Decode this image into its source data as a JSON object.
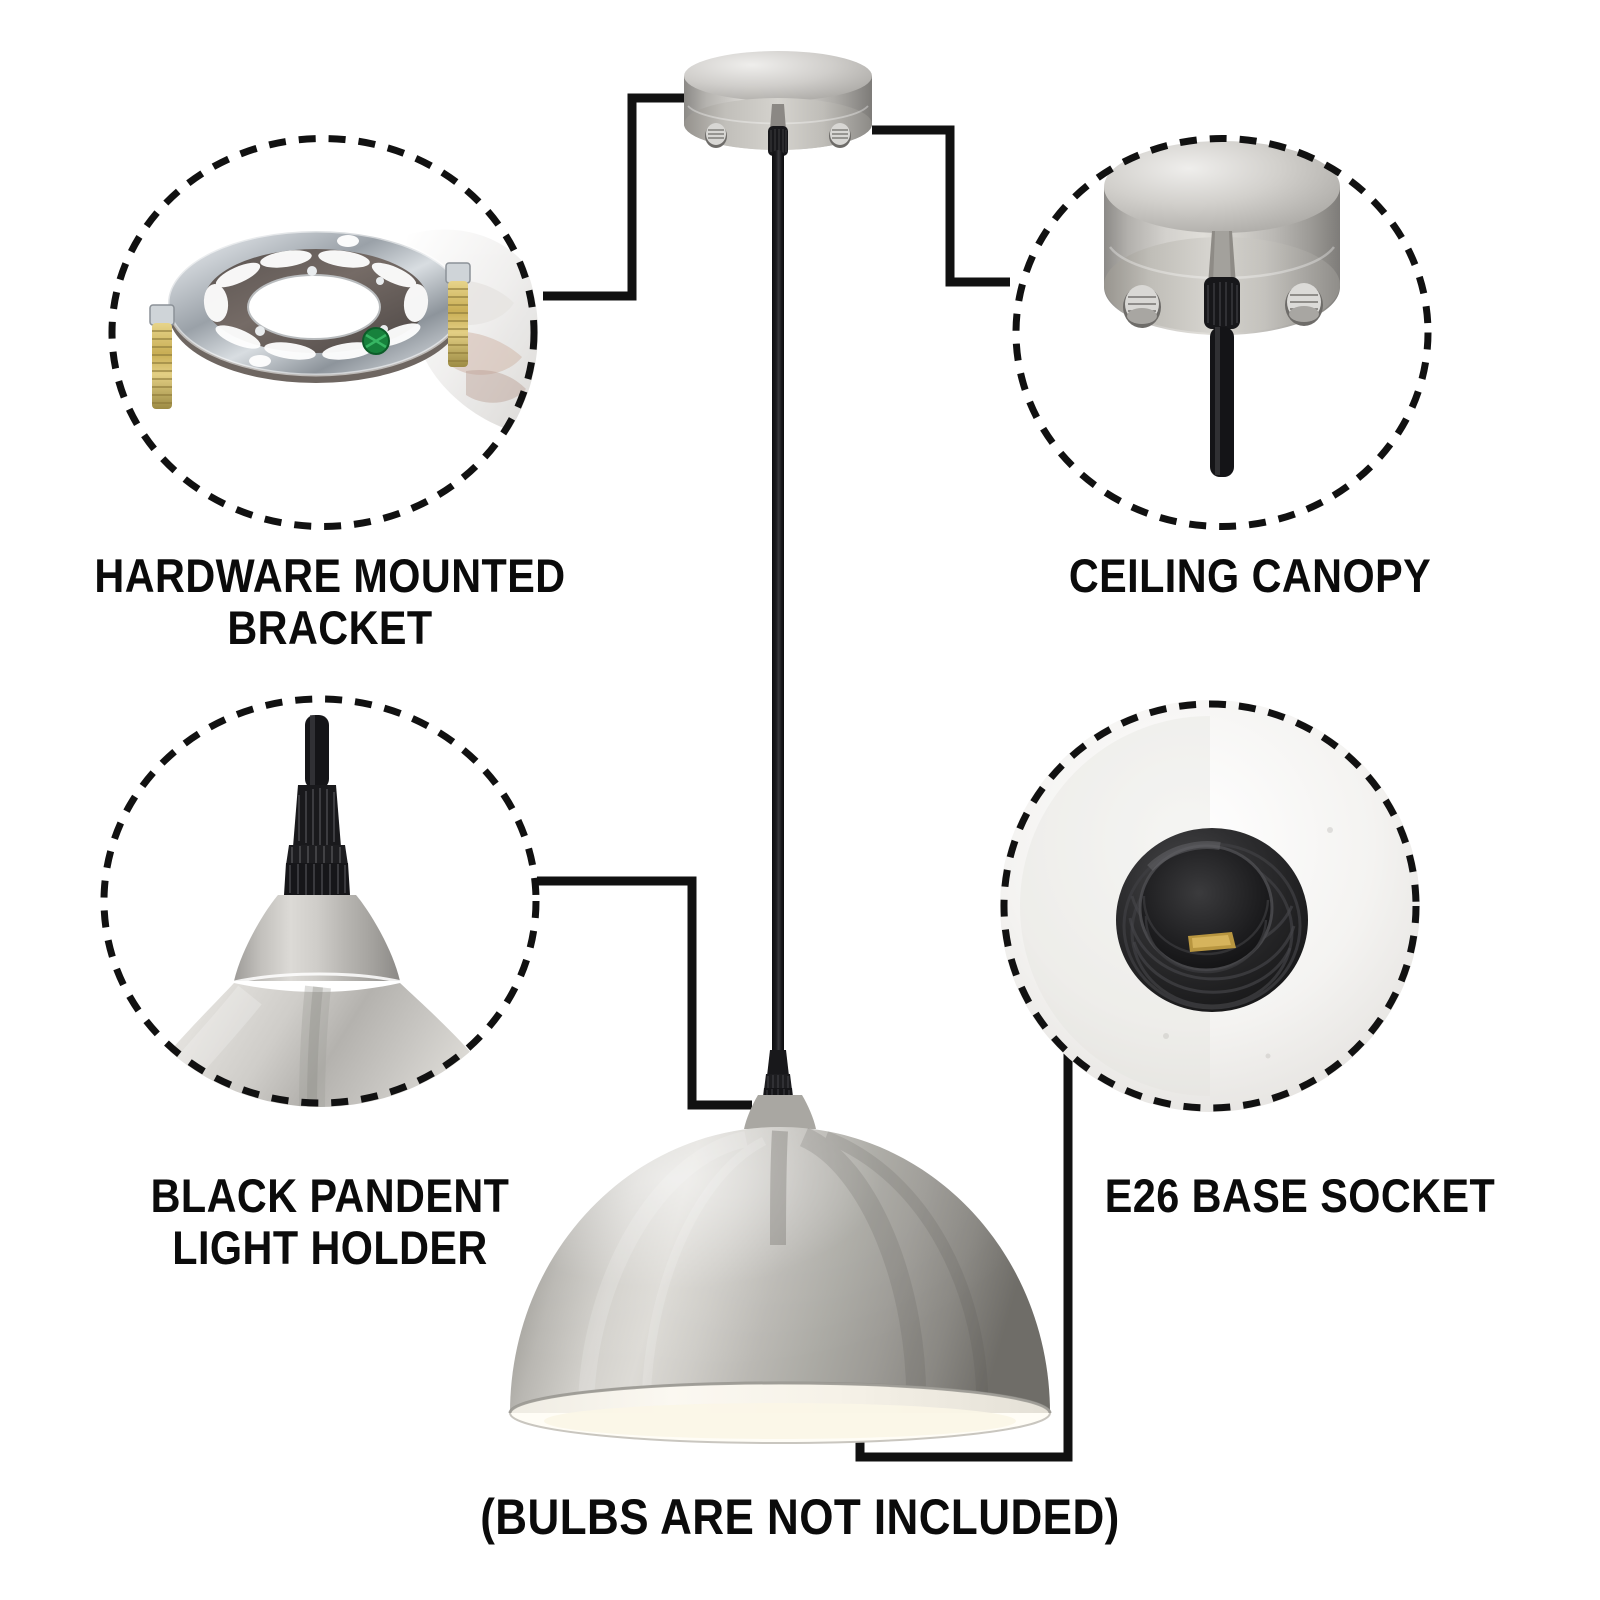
{
  "diagram": {
    "title_text": "Pendant light parts callout diagram",
    "background_color": "#ffffff",
    "line_color": "#111111",
    "label_color": "#0b0b0b",
    "accent_nickel": "#c9c7c3",
    "accent_black": "#141414",
    "accent_white_interior": "#f6f3ec"
  },
  "callouts": [
    {
      "id": "hardware-mounted-bracket",
      "label": "HARDWARE MOUNTED\nBRACKET",
      "position": "top-left",
      "photo": "steel crossbar mounting bracket with slots, two gold threaded screws, green ground screw, white gloved hand"
    },
    {
      "id": "ceiling-canopy",
      "label": "CEILING CANOPY",
      "position": "top-right",
      "photo": "brushed nickel round ceiling canopy with two chrome screws and black cord grip"
    },
    {
      "id": "black-pendent-light-holder",
      "label": "BLACK PANDENT\nLIGHT HOLDER",
      "position": "bottom-left",
      "photo": "black ribbed cord grip holder on brushed nickel shade top"
    },
    {
      "id": "e26-base-socket",
      "label": "E26 BASE SOCKET",
      "position": "bottom-right",
      "photo": "black E26 threaded lamp socket inside white shade interior"
    }
  ],
  "product": {
    "canopy_name": "ceiling canopy",
    "cord_name": "hanging cord",
    "shade_name": "dome shade",
    "shade_finish": "brushed nickel",
    "shade_interior": "white"
  },
  "footer": {
    "note": "(BULBS ARE NOT INCLUDED)"
  }
}
